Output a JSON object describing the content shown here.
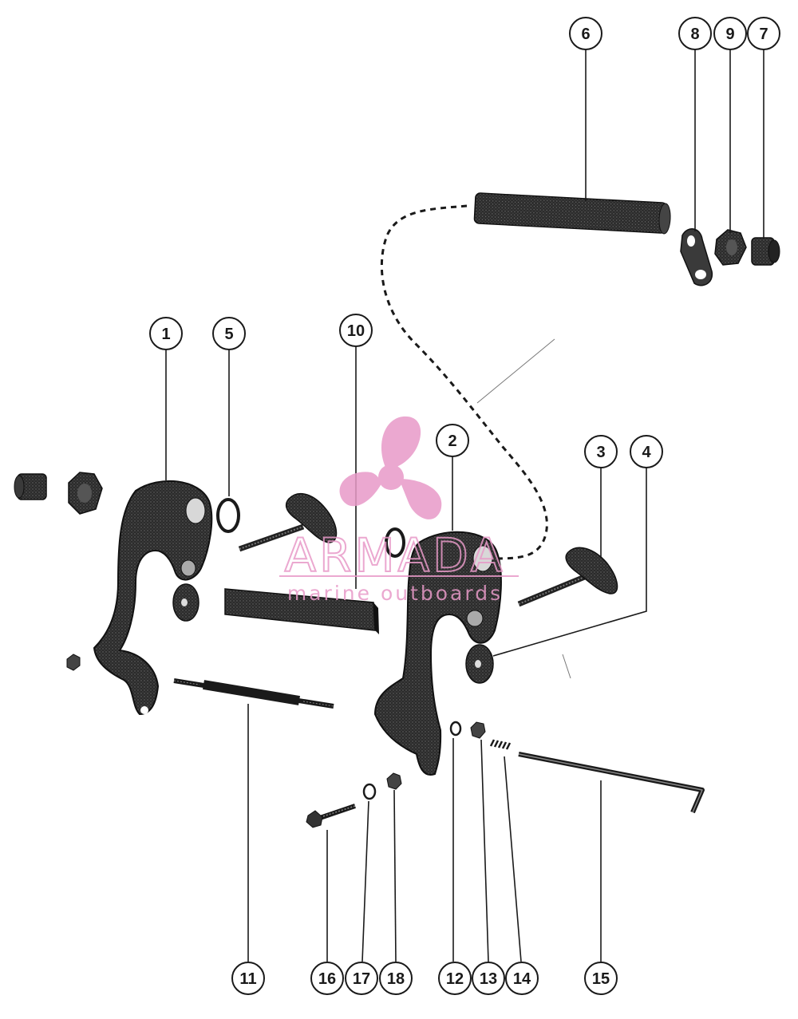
{
  "diagram": {
    "type": "exploded-parts-diagram",
    "callouts": [
      "1",
      "2",
      "3",
      "4",
      "5",
      "6",
      "7",
      "8",
      "9",
      "10",
      "11",
      "12",
      "13",
      "14",
      "15",
      "16",
      "17",
      "18"
    ]
  },
  "watermark": {
    "brand": "ARMADA",
    "tagline": "marine outboards",
    "color": "#e89ac8"
  },
  "colors": {
    "ink": "#1a1a1a",
    "part": "#2a2a2a",
    "background": "#ffffff"
  }
}
